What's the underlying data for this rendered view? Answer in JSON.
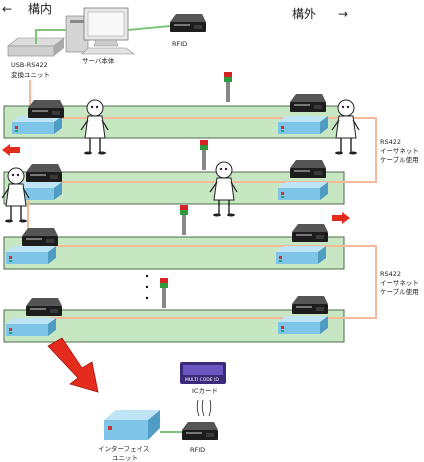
{
  "header": {
    "left_arrow": "←",
    "inside_label": "構内",
    "outside_label": "構外",
    "right_arrow": "→"
  },
  "labels": {
    "usb_line1": "USB-RS422",
    "usb_line2": "変換ユニット",
    "server": "サーバ本体",
    "rfid_top": "RFID",
    "rs422_a_1": "RS422",
    "rs422_a_2": "イーサネット",
    "rs422_a_3": "ケーブル使用",
    "rs422_b_1": "RS422",
    "rs422_b_2": "イーサネット",
    "rs422_b_3": "ケーブル使用",
    "card_text": "MULTI CODE ID",
    "ic_card": "ICカード",
    "interface_1": "インターフェイス",
    "interface_2": "ユニット",
    "rfid_bottom": "RFID"
  },
  "colors": {
    "lane_fill": "#c7e7c3",
    "lane_stroke": "#4d6e4b",
    "cable": "#f5b99a",
    "unit_blue": "#7ec4e6",
    "arrow_red": "#e52a1e",
    "light_red": "#d62424",
    "light_green": "#2e9a3a"
  }
}
